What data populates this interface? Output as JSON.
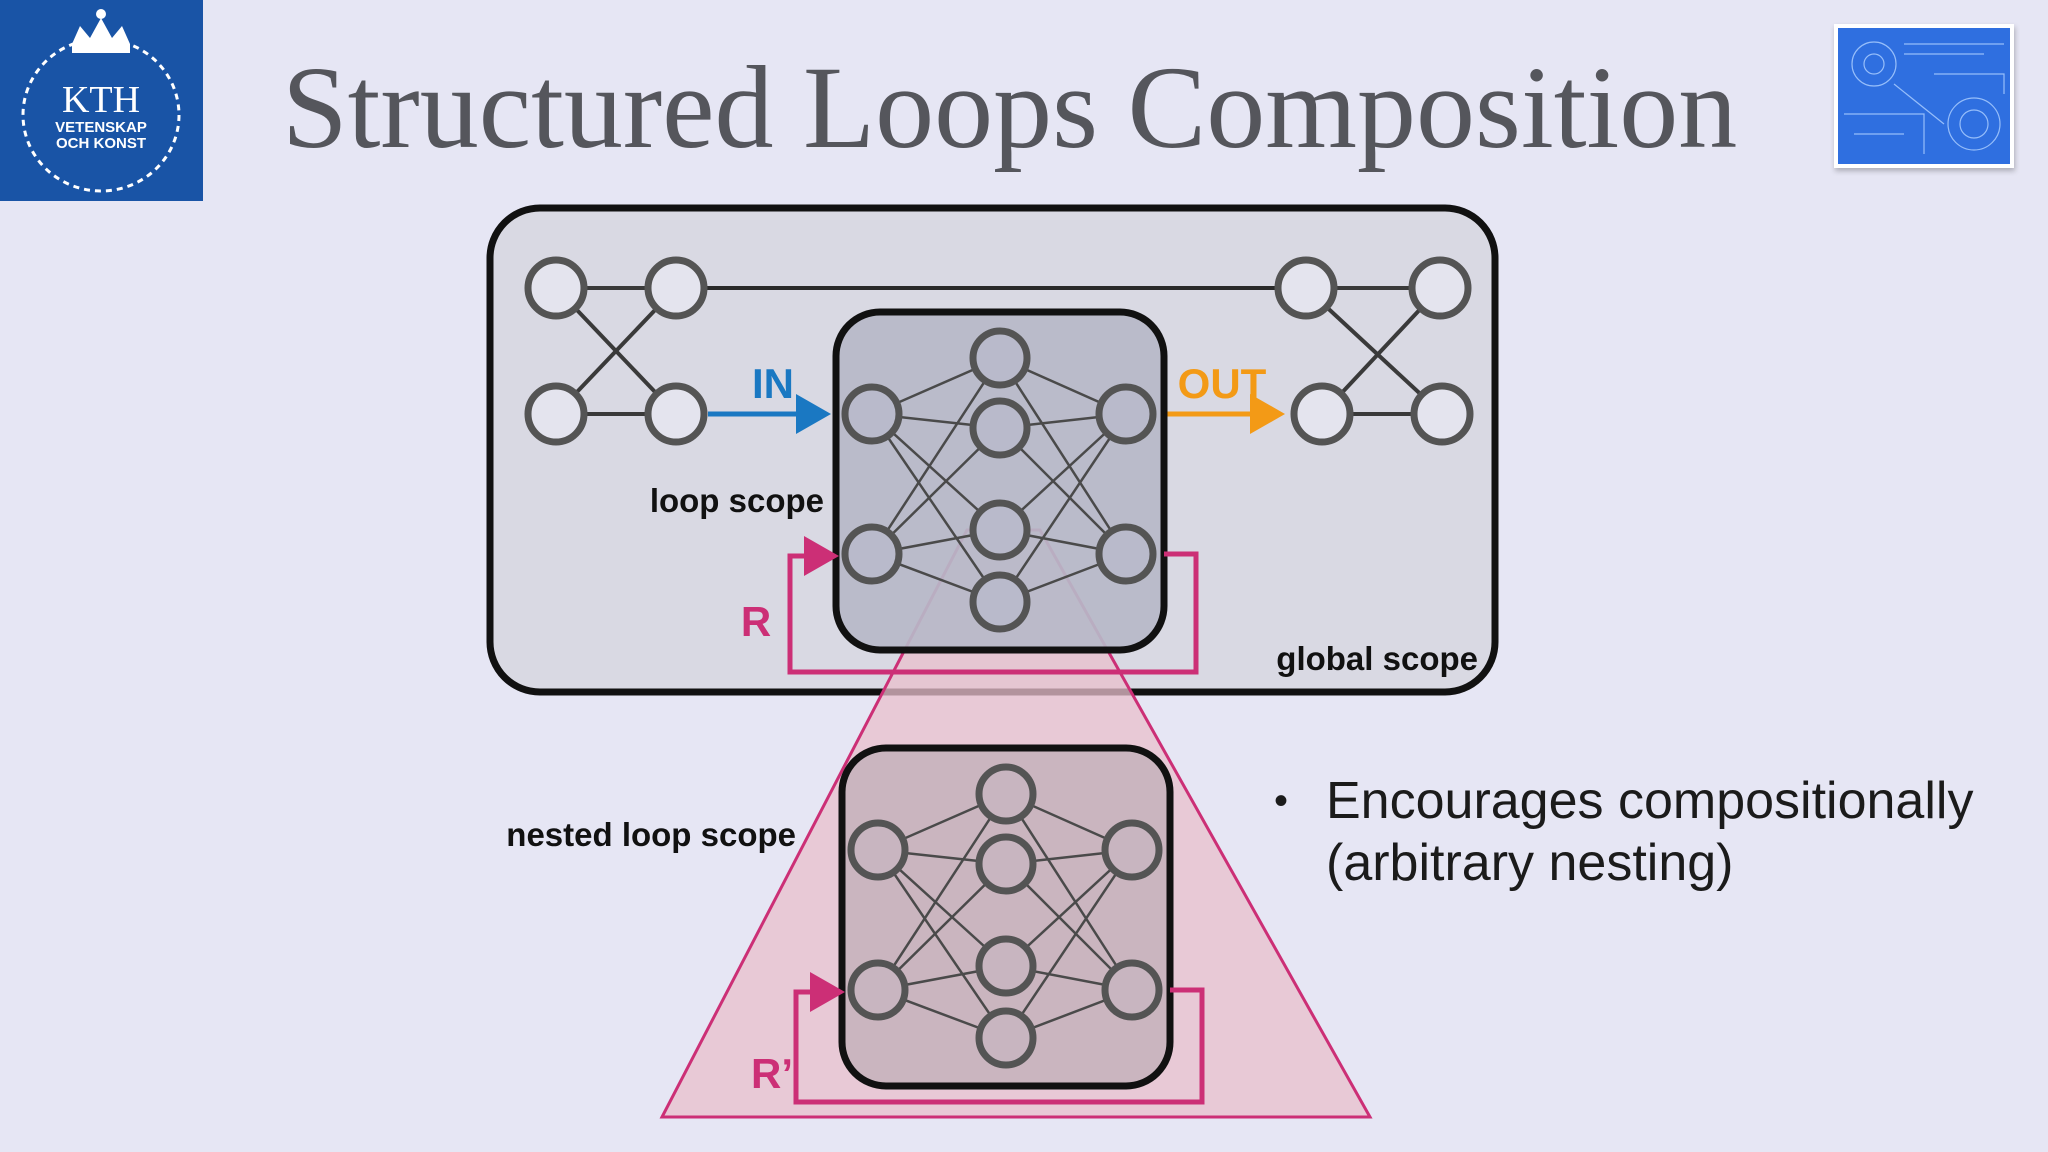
{
  "logo": {
    "name": "KTH",
    "line1": "VETENSKAP",
    "line2": "OCH KONST",
    "color": "#1954a6"
  },
  "title": "Structured Loops Composition",
  "thumbnail": {
    "icon": "blueprint-icon"
  },
  "diagram": {
    "labels": {
      "in": "IN",
      "out": "OUT",
      "loop_scope": "loop scope",
      "global_scope": "global scope",
      "recurrence": "R",
      "nested_recurrence": "R’",
      "nested_loop_scope": "nested loop scope"
    },
    "colors": {
      "in_arrow": "#1a78c2",
      "out_arrow": "#f39a16",
      "recurrence": "#cc2f76",
      "node_stroke": "#545454",
      "global_fill": "#d9d9e3",
      "loop_fill": "#b7b8c8",
      "nested_fill": "#c6b2bd",
      "cone_fill": "#e8bfcc"
    }
  },
  "bullets": [
    {
      "marker": "•",
      "lines": [
        "Encourages compositionally",
        "(arbitrary nesting)"
      ]
    }
  ]
}
